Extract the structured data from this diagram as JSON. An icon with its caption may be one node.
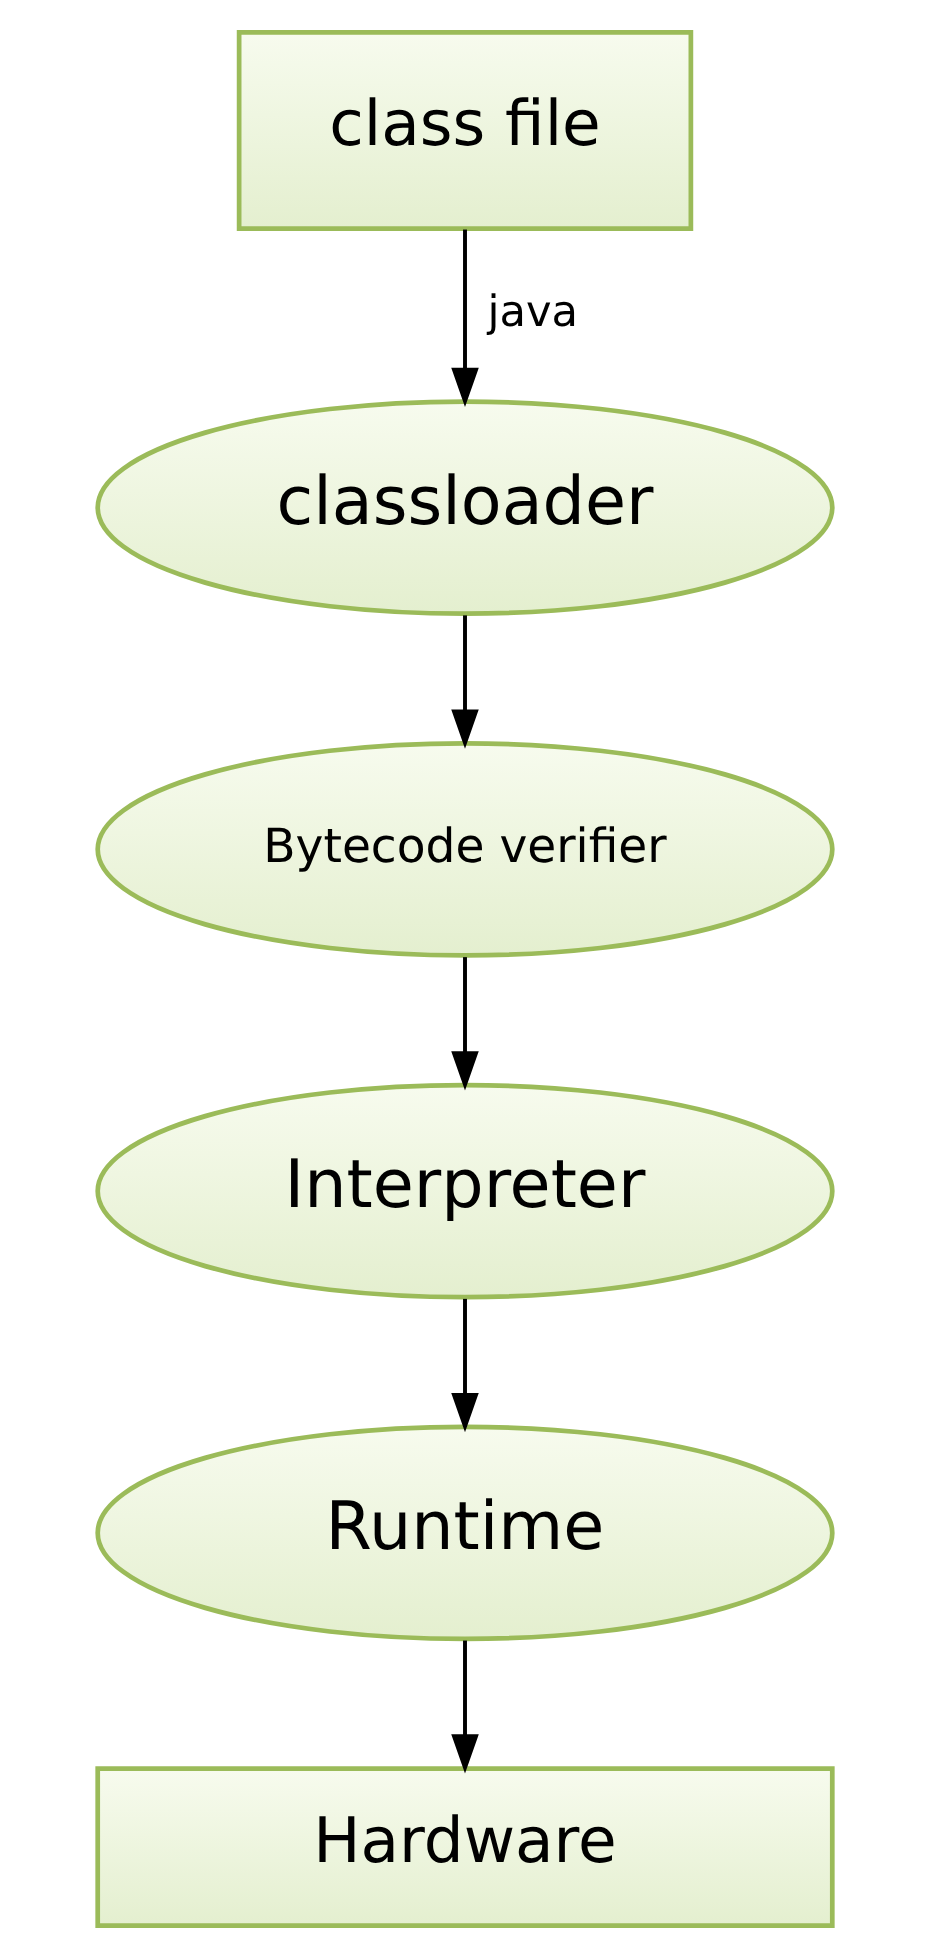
{
  "diagram": {
    "nodes": [
      {
        "text": [
          "class file"
        ]
      },
      {
        "text": [
          "classloader"
        ]
      },
      {
        "text": [
          "Bytecode verifier"
        ]
      },
      {
        "text": [
          "Interpreter"
        ]
      },
      {
        "text": [
          "Runtime"
        ]
      },
      {
        "text": [
          "Hardware"
        ]
      }
    ],
    "edges": [
      {
        "from": 0,
        "to": 1,
        "arrow": "to",
        "label": "java"
      },
      {
        "from": 1,
        "to": 2,
        "arrow": "to"
      },
      {
        "from": 2,
        "to": 3,
        "arrow": "to"
      },
      {
        "from": 3,
        "to": 4,
        "arrow": "to"
      },
      {
        "from": 4,
        "to": 5,
        "arrow": "to"
      }
    ]
  }
}
